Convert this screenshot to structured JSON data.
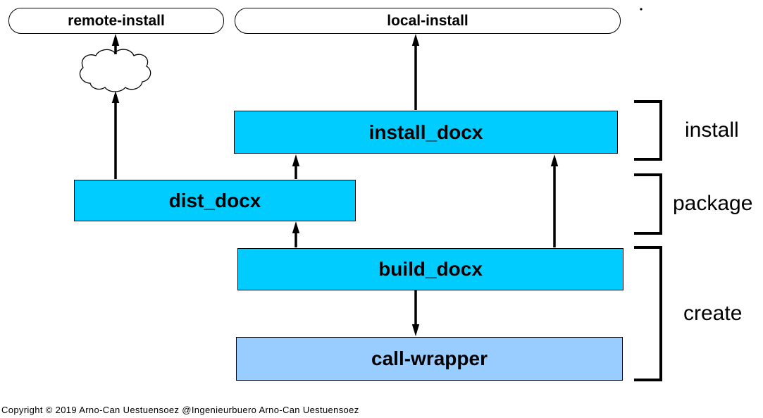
{
  "diagram": {
    "endpoints": {
      "remote": {
        "label": "remote-install"
      },
      "local": {
        "label": "local-install"
      }
    },
    "nodes": {
      "install_docx": {
        "label": "install_docx",
        "fill": "#00ccff"
      },
      "dist_docx": {
        "label": "dist_docx",
        "fill": "#00ccff"
      },
      "build_docx": {
        "label": "build_docx",
        "fill": "#00ccff"
      },
      "call_wrapper": {
        "label": "call-wrapper",
        "fill": "#99ccff"
      }
    },
    "stage_brackets": {
      "install": {
        "label": "install"
      },
      "package": {
        "label": "package"
      },
      "create": {
        "label": "create"
      }
    },
    "flows": [
      "dist_docx -> cloud -> remote-install",
      "install_docx -> local-install",
      "dist_docx -> install_docx",
      "build_docx -> install_docx",
      "build_docx -> dist_docx",
      "build_docx -> call-wrapper"
    ],
    "colors": {
      "node_fill_cyan": "#00ccff",
      "node_fill_light_blue": "#99ccff",
      "line": "#000000",
      "background": "#ffffff",
      "text": "#000000"
    }
  },
  "footer": {
    "copyright": "Copyright © 2019 Arno-Can Uestuensoez @Ingenieurbuero Arno-Can Uestuensoez"
  }
}
